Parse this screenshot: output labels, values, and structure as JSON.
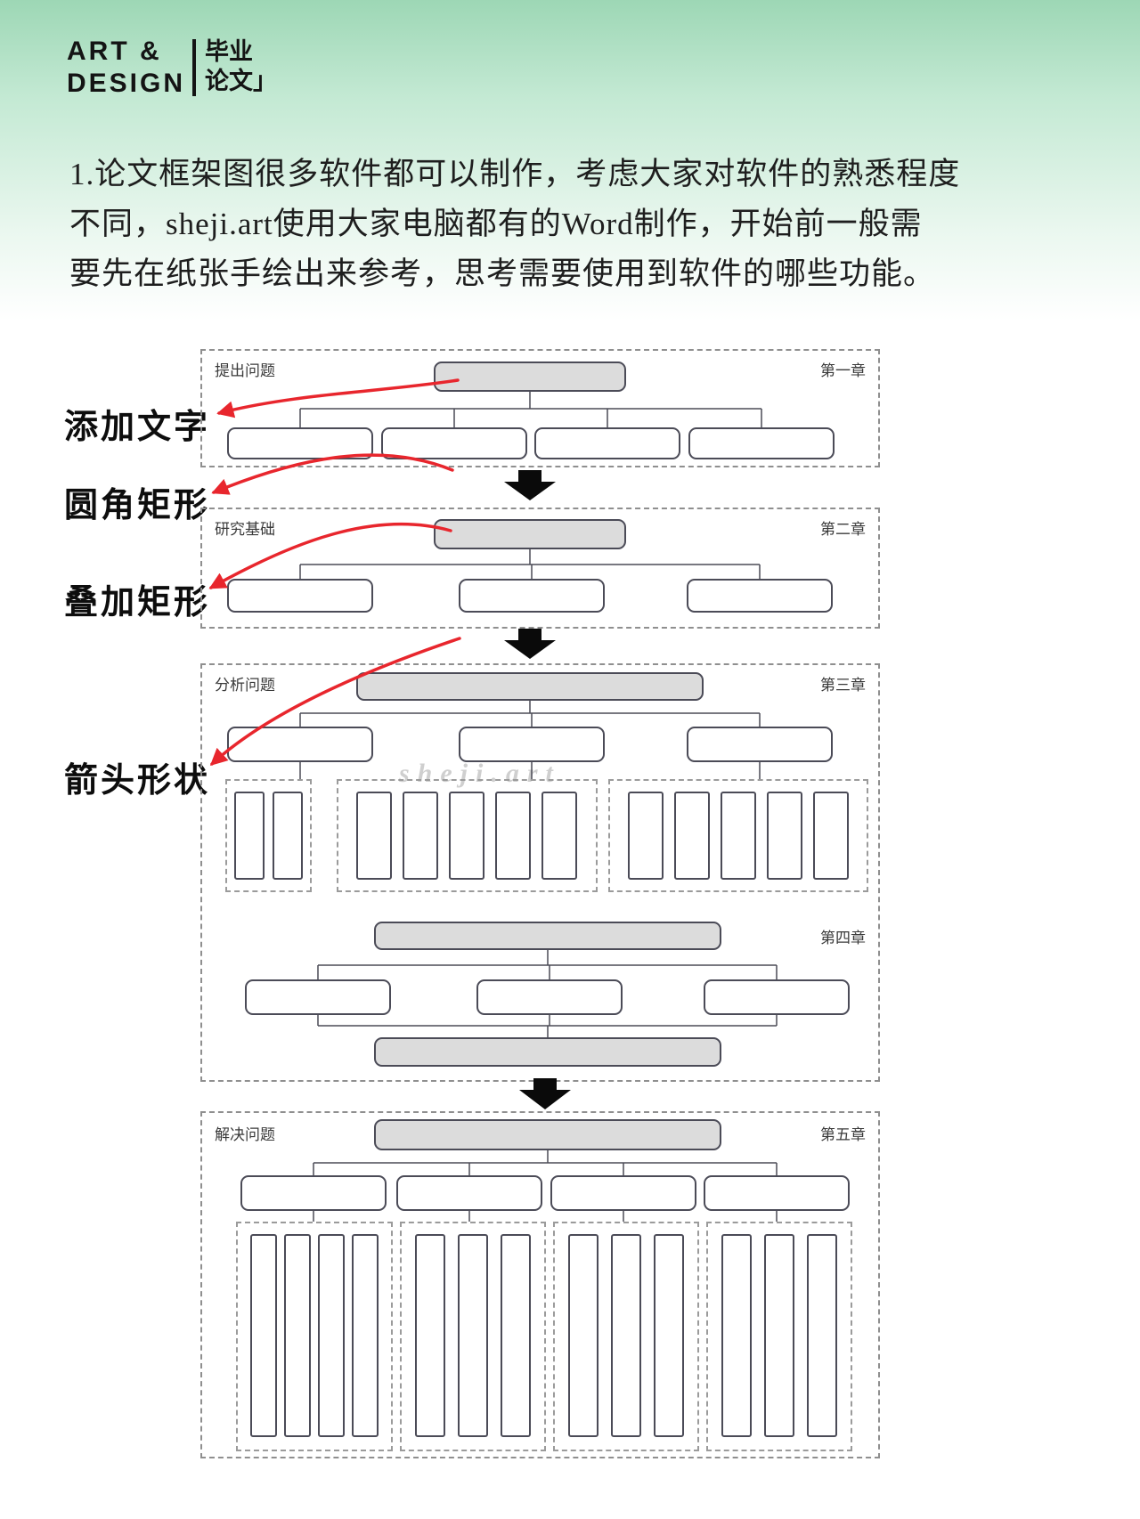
{
  "logo": {
    "en_line1": "ART &",
    "en_line2": "DESIGN",
    "cn_line1": "毕业",
    "cn_line2": "论文」"
  },
  "intro": {
    "lines": [
      "1.论文框架图很多软件都可以制作，考虑大家对软件的熟悉程度",
      "不同，sheji.art使用大家电脑都有的Word制作，开始前一般需",
      "要先在纸张手绘出来参考，思考需要使用到软件的哪些功能。"
    ]
  },
  "callouts": [
    {
      "label": "添加文字"
    },
    {
      "label": "圆角矩形"
    },
    {
      "label": "叠加矩形"
    },
    {
      "label": "箭头形状"
    }
  ],
  "diagram": {
    "sections": [
      {
        "left_label": "提出问题",
        "right_label": "第一章"
      },
      {
        "left_label": "研究基础",
        "right_label": "第二章"
      },
      {
        "left_label": "分析问题",
        "right_label": "第三章",
        "extra_right_label": "第四章"
      },
      {
        "left_label": "解决问题",
        "right_label": "第五章"
      }
    ],
    "watermark": "sheji.art"
  },
  "colors": {
    "header_green": "#9dd7b5",
    "callout_red": "#e8262d",
    "shape_fill_gray": "#dcdcdc",
    "line_dark": "#4b4b57"
  }
}
